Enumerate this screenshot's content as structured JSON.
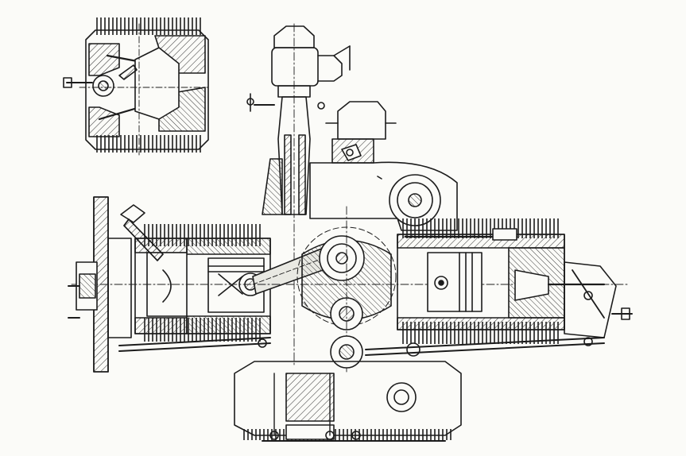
{
  "drawing": {
    "ink": "#1c1c1c",
    "paper": "#fbfbf8",
    "hatch": "#3a3a3a",
    "views": [
      "inset-cylinder-head-section",
      "main-engine-cross-section"
    ],
    "parts": [
      "distributor",
      "carburettor",
      "oil-filler-cap",
      "cooling-fan-pulley",
      "left-cylinder",
      "right-cylinder",
      "left-piston",
      "right-piston",
      "connecting-rod",
      "crankshaft",
      "camshaft",
      "oil-pump-gear",
      "oil-sump",
      "flywheel",
      "spark-plug",
      "valve-rocker-gear",
      "pushrod-tubes"
    ]
  }
}
